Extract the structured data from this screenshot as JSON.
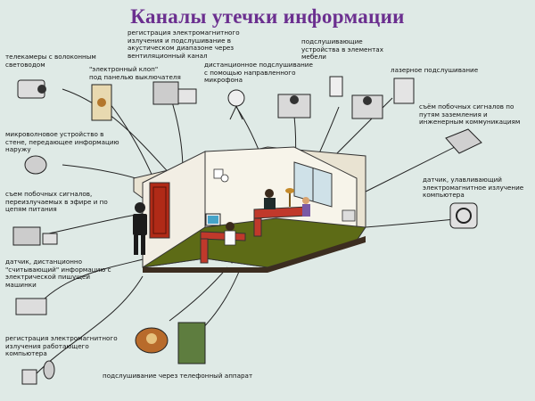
{
  "title": "Каналы утечки информации",
  "labels": {
    "telecameras": "телекамеры с волоконным\nсветоводом",
    "electronic_clop": "\"электронный клоп\"\nпод панелью выключателя",
    "registration_acoustic": "регистрация электромагнитного\nизлучения и подслушивание в\nакустическом диапазоне через\nвентиляционный канал",
    "remote_mic": "дистанционное подслушивание\nс помощью направленного\nмикрофона",
    "furniture_devices": "подслушивающие\nустройства в элементах\nмебели",
    "laser": "лазерное подслушивание",
    "side_signals_ground": "съём побочных сигналов по\nпутям заземления и\nинженерным коммуникациям",
    "microwave": "микроволновое устройство в\nстене, передающее информацию\nнаружу",
    "side_signals_ether": "съем побочных сигналов,\nпереизлучаемых в эфире и по\nцепям питания",
    "em_sensor": "датчик, улавливающий\nэлектромагнитное излучение\nкомпьютера",
    "typewriter_sensor": "датчик, дистанционно\n\"считывающий\" информацию с\nэлектрической пишущей\nмашинки",
    "registration_pc": "регистрация электромагнитного\nизлучения работающего\nкомпьютера",
    "phone": "подслушивание через телефонный аппарат"
  },
  "colors": {
    "title": "#6b2f8f",
    "background": "#dfeae6",
    "floor": "#5d6b16",
    "wall": "#f2eee4",
    "door": "#b02a17",
    "desk": "#c0392b"
  }
}
